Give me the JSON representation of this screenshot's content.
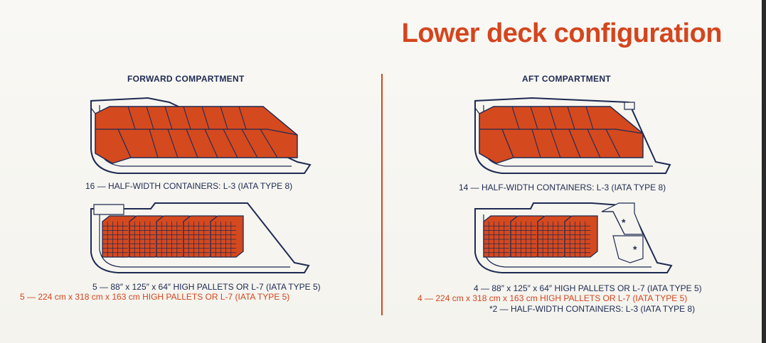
{
  "title": "Lower deck configuration",
  "colors": {
    "accent": "#d4451e",
    "outline": "#1e2a52",
    "cargo": "#d5491f"
  },
  "forward": {
    "heading": "FORWARD COMPARTMENT",
    "containers_caption": "16 — HALF-WIDTH CONTAINERS: L-3 (IATA TYPE 8)",
    "pallets_caption_imperial": "5 — 88″ x 125″ x 64″ HIGH PALLETS OR L-7 (IATA TYPE 5)",
    "pallets_caption_metric": "5 — 224 cm x 318 cm x 163 cm HIGH PALLETS OR L-7 (IATA TYPE 5)"
  },
  "aft": {
    "heading": "AFT COMPARTMENT",
    "containers_caption": "14 — HALF-WIDTH CONTAINERS: L-3 (IATA TYPE 8)",
    "pallets_caption_imperial": "4 — 88″ x 125″ x 64″ HIGH PALLETS OR L-7 (IATA TYPE 5)",
    "pallets_caption_metric": "4 — 224 cm x 318 cm x 163 cm HIGH PALLETS OR L-7 (IATA TYPE 5)",
    "extra_caption": "*2 — HALF-WIDTH CONTAINERS: L-3 (IATA TYPE 8)",
    "marker": "*"
  }
}
